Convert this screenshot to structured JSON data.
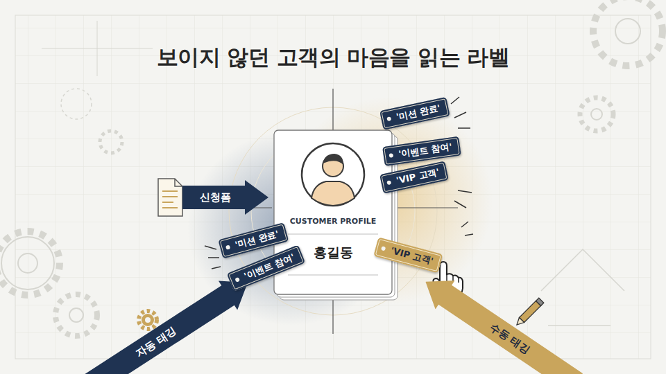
{
  "diagram": {
    "title": "보이지 않던 고객의 마음을 읽는 라벨",
    "nodes": [
      {
        "text": [
          "CUSTOMER PROFILE",
          "홍길동"
        ]
      },
      {
        "text": [
          "'미션 완료'"
        ]
      },
      {
        "text": [
          "'이벤트 참여'"
        ]
      },
      {
        "text": [
          "'VIP 고객'"
        ]
      },
      {
        "text": [
          "신청폼"
        ]
      },
      {
        "text": [
          "'미션 완료'"
        ]
      },
      {
        "text": [
          "'이벤트 참여'"
        ]
      },
      {
        "text": [
          "'VIP 고객'"
        ]
      },
      {
        "text": [
          "자동 태깅"
        ]
      },
      {
        "text": [
          "수동 태깅"
        ]
      }
    ]
  }
}
